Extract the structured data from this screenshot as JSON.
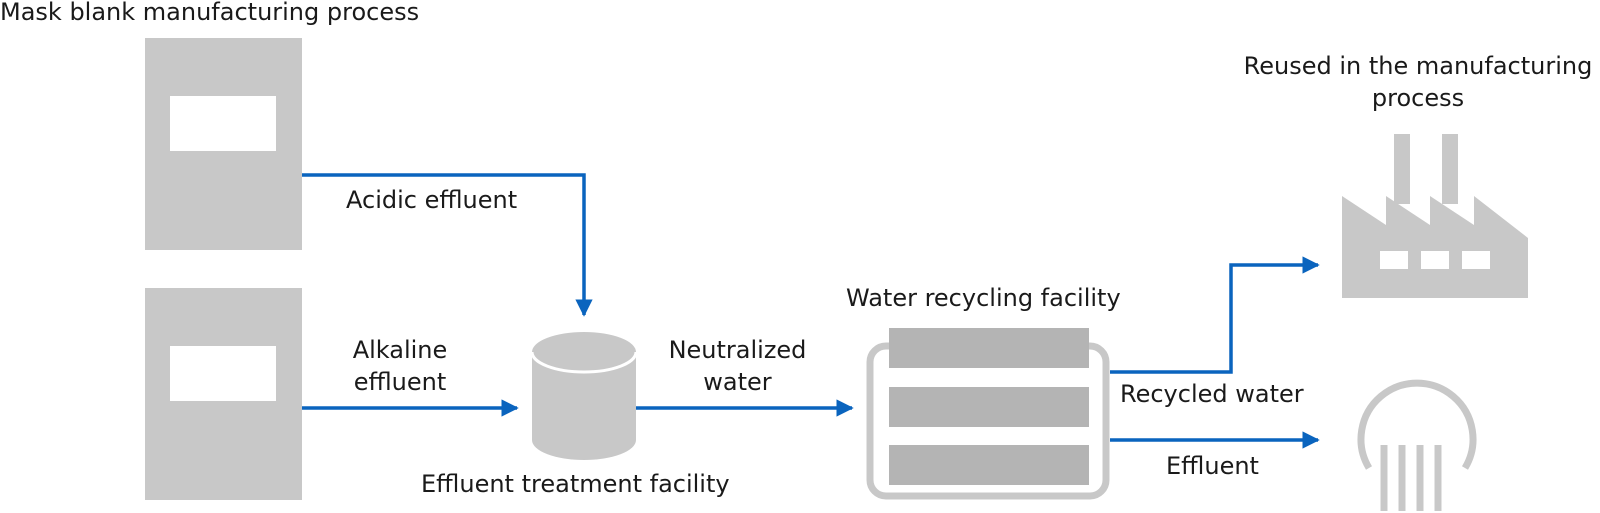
{
  "colors": {
    "flow": "#0a64be",
    "equipment": "#c8c8c8",
    "equipment_dark": "#b4b4b4",
    "text": "#1a1a1a"
  },
  "icons": {
    "manufacturing_units": "machine-cabinet-icon",
    "treatment": "cylinder-tank-icon",
    "recycling": "filter-stack-icon",
    "factory": "factory-icon",
    "effluent_outlet": "drain-outlet-icon"
  },
  "labels": {
    "mask_blank_process": "Mask blank manufacturing process",
    "acidic_effluent": "Acidic effluent",
    "alkaline_effluent_line1": "Alkaline",
    "alkaline_effluent_line2": "effluent",
    "effluent_treatment_facility": "Effluent treatment facility",
    "neutralized_water_line1": "Neutralized",
    "neutralized_water_line2": "water",
    "water_recycling_facility": "Water recycling facility",
    "reused_line1": "Reused in the manufacturing",
    "reused_line2": "process",
    "recycled_water": "Recycled water",
    "effluent": "Effluent"
  }
}
